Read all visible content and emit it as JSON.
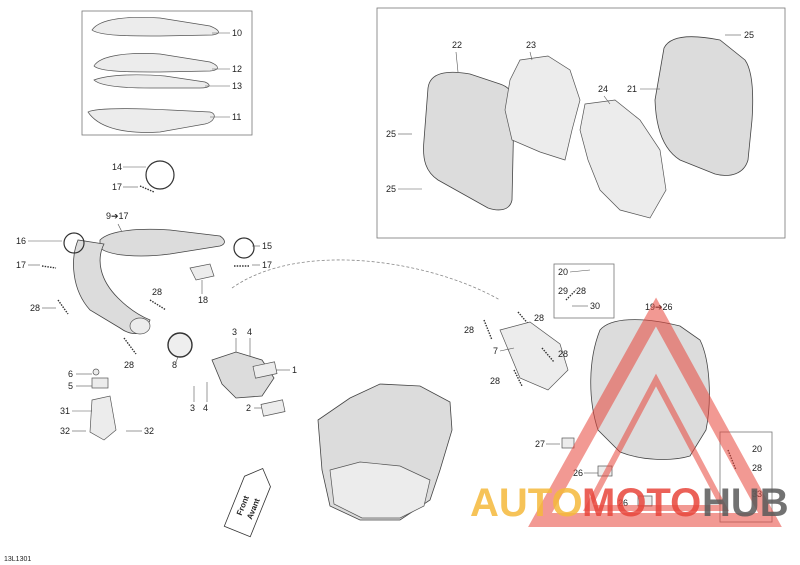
{
  "diagram_code": "13L1301",
  "callouts": {
    "c10": "10",
    "c12": "12",
    "c13": "13",
    "c11": "11",
    "c22": "22",
    "c23": "23",
    "c25a": "25",
    "c25b": "25",
    "c25c": "25",
    "c24": "24",
    "c21": "21",
    "c14": "14",
    "c17a": "17",
    "c9to17": "9➔17",
    "c16": "16",
    "c17b": "17",
    "c15": "15",
    "c17c": "17",
    "c18": "18",
    "c28a": "28",
    "c28b": "28",
    "c28c": "28",
    "c6": "6",
    "c5": "5",
    "c31": "31",
    "c32a": "32",
    "c32b": "32",
    "c8": "8",
    "c3a": "3",
    "c4a": "4",
    "c3b": "3",
    "c4b": "4",
    "c1": "1",
    "c2": "2",
    "c20a": "20",
    "c29": "29",
    "c28d": "28",
    "c30": "30",
    "c19to26": "19➔26",
    "c28e": "28",
    "c28f": "28",
    "c7": "7",
    "c28g": "28",
    "c28h": "28",
    "c27": "27",
    "c26a": "26",
    "c26b": "26",
    "c20b": "20",
    "c28i": "28",
    "c33": "33"
  },
  "front_tag": {
    "line1": "Front",
    "line2": "Avant"
  },
  "watermark": {
    "part1": "AUTO",
    "part2": "MOTO",
    "part3": "HUB",
    "colors": {
      "auto": "#f5b93c",
      "moto": "#e8463c",
      "hub": "#5a5a5a",
      "triangle": "#e8463c"
    }
  }
}
